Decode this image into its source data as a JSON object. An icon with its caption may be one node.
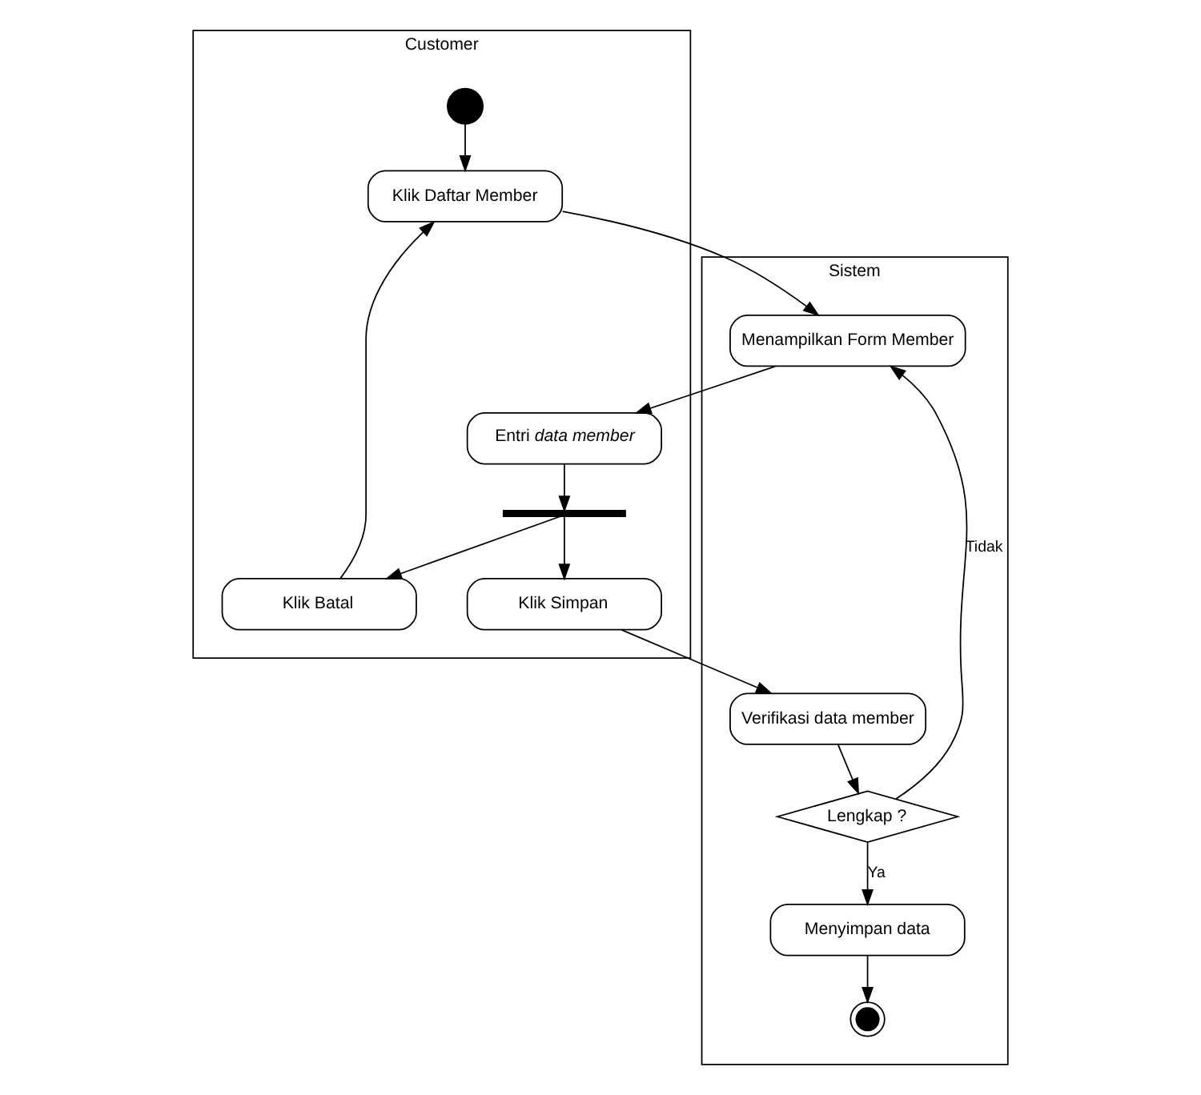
{
  "diagram": {
    "nodes": [
      {
        "text": [
          "Customer"
        ]
      },
      {
        "text": [
          "Sistem"
        ]
      },
      {
        "text": [],
        "shape": "circle",
        "in": 0
      },
      {
        "text": [
          "Klik Daftar Member"
        ],
        "in": 0
      },
      {
        "text": [
          "Menampilkan Form Member"
        ],
        "in": 1
      },
      {
        "text": [
          "Entri *data member*"
        ],
        "in": 0
      },
      {
        "text": [],
        "shape": "bar",
        "in": 0
      },
      {
        "text": [
          "Klik Batal"
        ],
        "in": 0
      },
      {
        "text": [
          "Klik Simpan"
        ],
        "in": 0
      },
      {
        "text": [
          "Verifikasi data member"
        ],
        "in": 1
      },
      {
        "text": [
          "Lengkap ?"
        ],
        "in": 1
      },
      {
        "text": [
          "Menyimpan data"
        ],
        "in": 1
      },
      {
        "text": [],
        "shape": "circle",
        "in": 1
      }
    ],
    "edges": [
      {
        "from": 2,
        "to": 3,
        "arrow": "to"
      },
      {
        "from": 3,
        "to": 4,
        "arrow": "to"
      },
      {
        "from": 4,
        "to": 5,
        "arrow": "to"
      },
      {
        "from": 5,
        "to": 6,
        "arrow": "to"
      },
      {
        "from": 6,
        "to": 7,
        "arrow": "to"
      },
      {
        "from": 6,
        "to": 8,
        "arrow": "to"
      },
      {
        "from": 7,
        "to": 3,
        "arrow": "to"
      },
      {
        "from": 8,
        "to": 9,
        "arrow": "to"
      },
      {
        "from": 9,
        "to": 10,
        "arrow": "to"
      },
      {
        "from": 10,
        "to": 4,
        "arrow": "to",
        "label": "Tidak"
      },
      {
        "from": 10,
        "to": 11,
        "arrow": "to",
        "label": "Ya"
      },
      {
        "from": 11,
        "to": 12,
        "arrow": "to"
      }
    ]
  }
}
